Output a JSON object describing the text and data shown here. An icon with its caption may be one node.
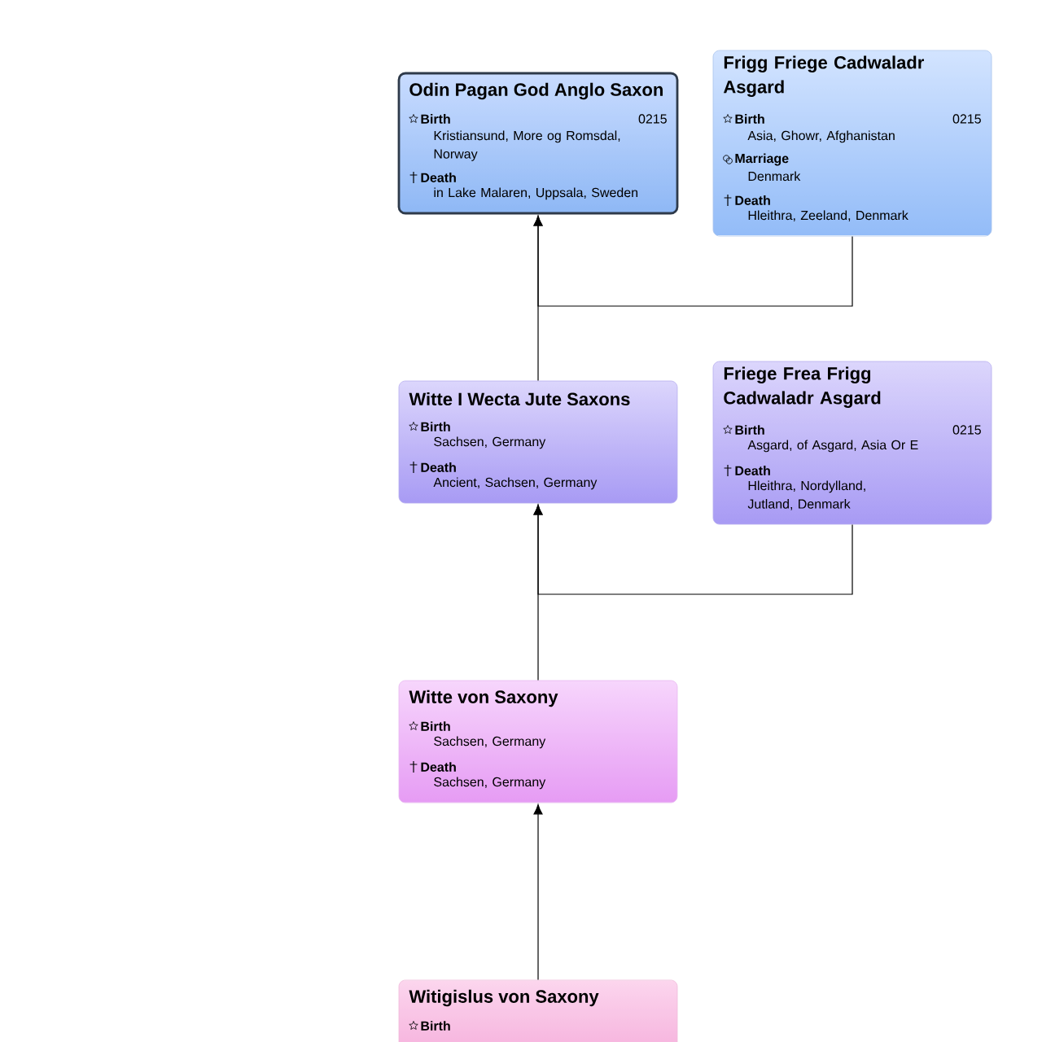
{
  "diagram": {
    "nodes": [
      {
        "text": [
          "Odin Pagan God Anglo Saxon",
          "Birth",
          "0215",
          "Kristiansund, More og Romsdal, Norway",
          "Death",
          "in Lake Malaren, Uppsala, Sweden"
        ]
      },
      {
        "text": [
          "Frigg Friege Cadwaladr Asgard",
          "Birth",
          "0215",
          "Asia, Ghowr, Afghanistan",
          "Marriage",
          "Denmark",
          "Death",
          "Hleithra, Zeeland, Denmark"
        ]
      },
      {
        "text": [
          "Witte I Wecta Jute Saxons",
          "Birth",
          "Sachsen, Germany",
          "Death",
          "Ancient, Sachsen, Germany"
        ]
      },
      {
        "text": [
          "Friege Frea Frigg Cadwaladr Asgard",
          "Birth",
          "0215",
          "Asgard, of Asgard, Asia Or E",
          "Death",
          "Hleithra, Nordylland, Jutland, Denmark"
        ]
      },
      {
        "text": [
          "Witte von Saxony",
          "Birth",
          "Sachsen, Germany",
          "Death",
          "Sachsen, Germany"
        ]
      },
      {
        "text": [
          "Witigislus von Saxony",
          "Birth"
        ]
      }
    ],
    "edges": [
      {
        "from": 2,
        "to": 0,
        "arrow": "to"
      },
      {
        "from": 1,
        "to": 0,
        "arrow": "to"
      },
      {
        "from": 4,
        "to": 2,
        "arrow": "to"
      },
      {
        "from": 3,
        "to": 2,
        "arrow": "to"
      },
      {
        "from": 5,
        "to": 4,
        "arrow": "to"
      }
    ]
  }
}
